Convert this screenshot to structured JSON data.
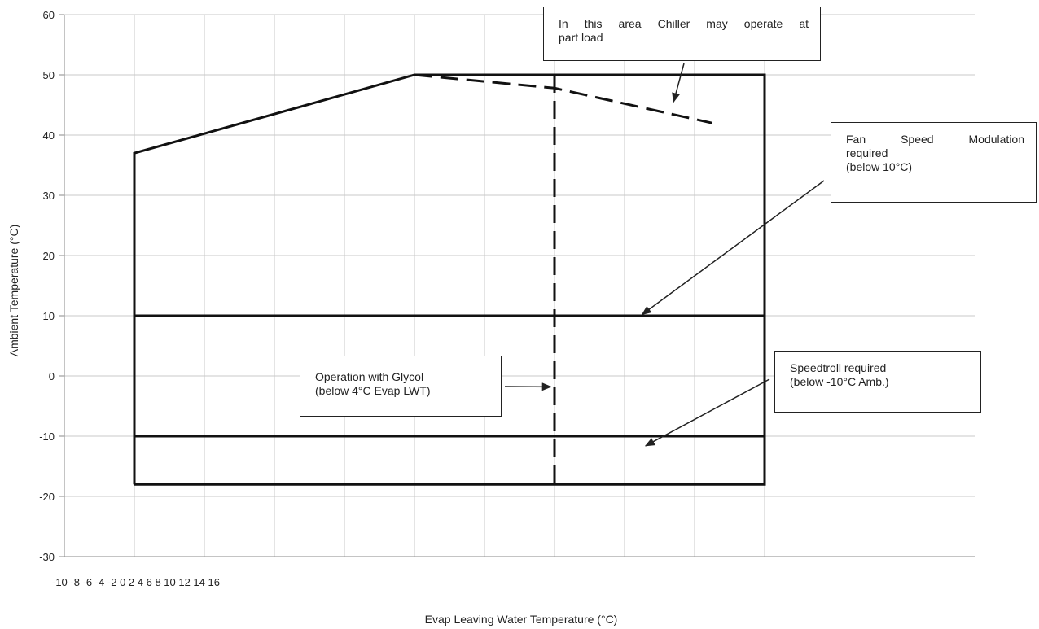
{
  "chart_data": {
    "type": "line",
    "title": "",
    "xlabel": "Evap Leaving Water Temperature (°C)",
    "ylabel": "Ambient Temperature (°C)",
    "ylim": [
      -30,
      60
    ],
    "yticks": [
      -30,
      -20,
      -10,
      0,
      10,
      20,
      30,
      40,
      50,
      60
    ],
    "xtick_labels_text": "-10 -8 -6 -4 -2 0 2 4 6 8 10 12 14 16",
    "x_gridlines": [
      -10,
      -8,
      -6,
      -4,
      -2,
      0,
      2,
      4,
      6,
      8,
      10,
      12,
      14,
      16
    ],
    "xlim": [
      -10,
      16
    ],
    "grid": true,
    "series": [
      {
        "style": "solid",
        "x": [
          -2,
          -2,
          6,
          16,
          16,
          -2
        ],
        "y": [
          -18,
          37,
          50,
          50,
          -18,
          -18
        ]
      },
      {
        "style": "dashed",
        "x": [
          6,
          10,
          14.5
        ],
        "y": [
          50,
          47.8,
          42
        ]
      },
      {
        "style": "dashed",
        "x": [
          10,
          10
        ],
        "y": [
          50,
          -18
        ]
      },
      {
        "style": "solid",
        "x": [
          -2,
          16
        ],
        "y": [
          10,
          10
        ]
      },
      {
        "style": "solid",
        "x": [
          -2,
          16
        ],
        "y": [
          -10,
          -10
        ]
      }
    ],
    "annotations": [
      {
        "id": "part-load",
        "lines": [
          "In this area Chiller may operate at",
          "part load"
        ],
        "arrow_to": [
          13.4,
          45.5
        ]
      },
      {
        "id": "fan-speed",
        "lines": [
          "Fan Speed Modulation",
          "required",
          "(below 10°C)"
        ],
        "arrow_to": [
          12.5,
          10.2
        ]
      },
      {
        "id": "glycol",
        "lines": [
          "Operation with Glycol",
          "(below 4°C Evap LWT)"
        ],
        "arrow_to": [
          9.9,
          -1.8
        ]
      },
      {
        "id": "speedtroll",
        "lines": [
          "Speedtroll required",
          "(below -10°C Amb.)"
        ],
        "arrow_to": [
          12.6,
          -11.6
        ]
      }
    ]
  }
}
